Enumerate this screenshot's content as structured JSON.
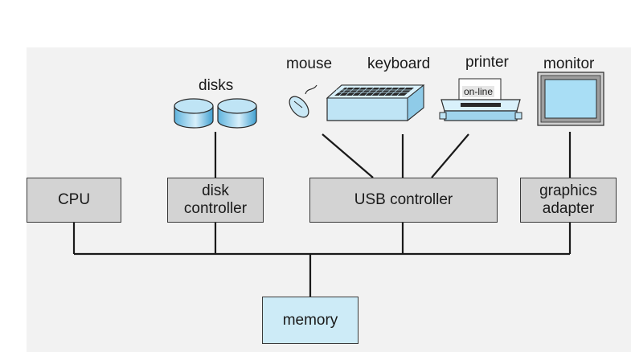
{
  "diagram": {
    "boxes": {
      "cpu": "CPU",
      "disk_controller": "disk\ncontroller",
      "usb_controller": "USB controller",
      "graphics_adapter": "graphics\nadapter",
      "memory": "memory"
    },
    "devices": {
      "disks": "disks",
      "mouse": "mouse",
      "keyboard": "keyboard",
      "printer": "printer",
      "printer_display": "on-line",
      "monitor": "monitor"
    },
    "colors": {
      "controller_fill": "#d3d3d3",
      "memory_fill": "#cdebf7",
      "device_blue": "#bfe4f5",
      "background": "#f2f2f2",
      "line": "#1a1a1a"
    },
    "icons": [
      "disk-icon",
      "mouse-icon",
      "keyboard-icon",
      "printer-icon",
      "monitor-icon"
    ]
  }
}
